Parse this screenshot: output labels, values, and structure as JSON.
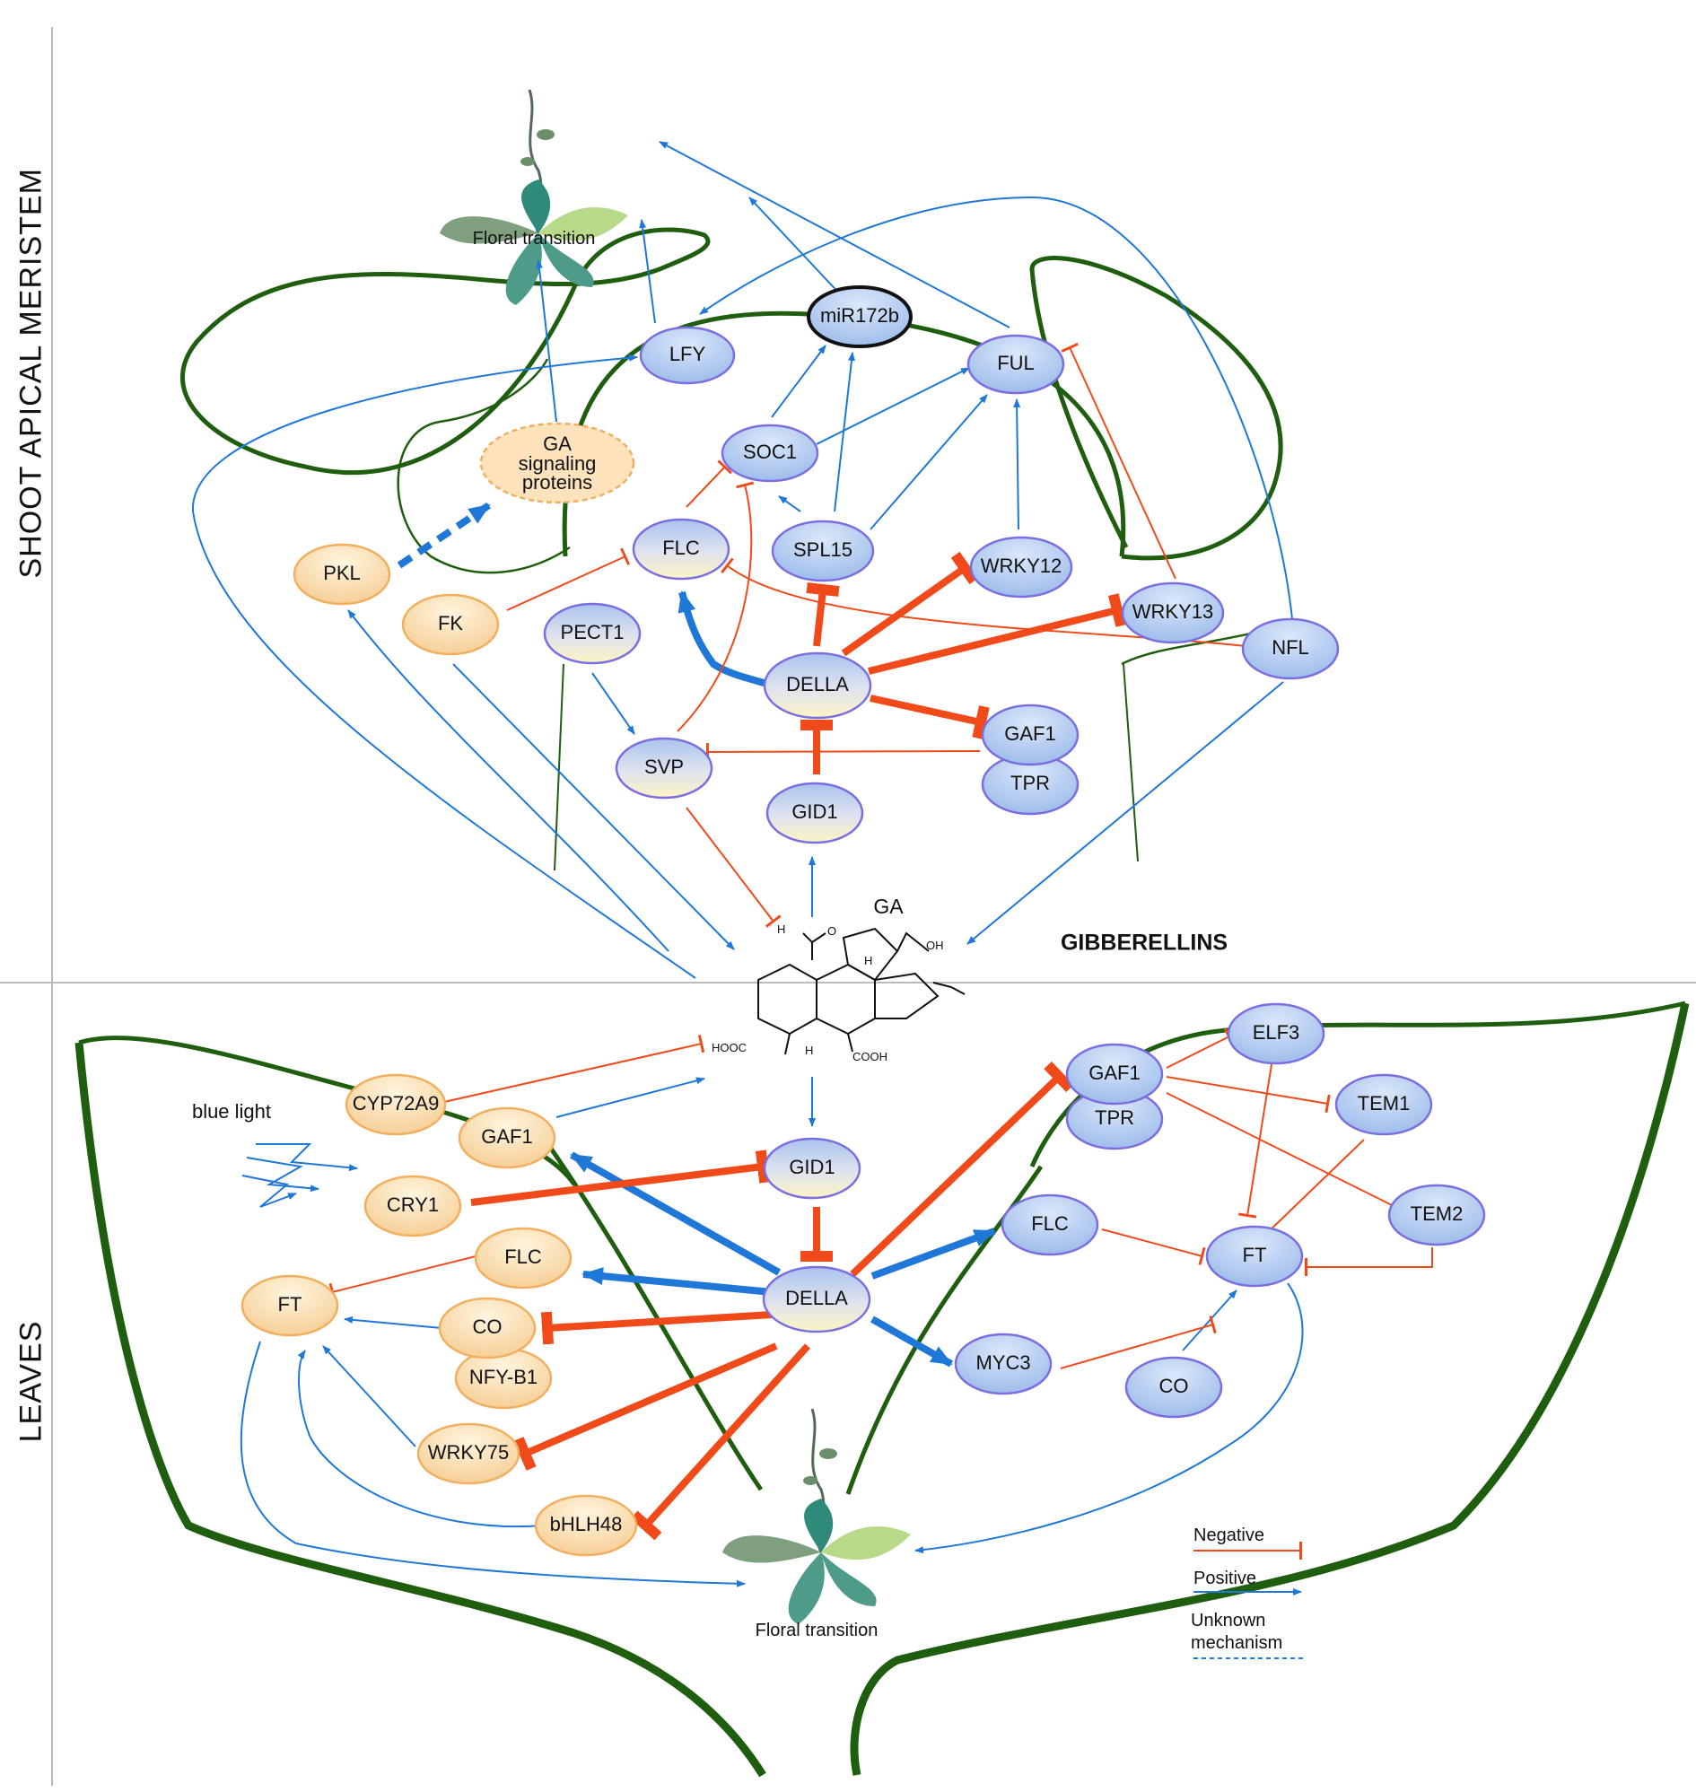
{
  "regions": {
    "top": "SHOOT APICAL MERISTEM",
    "bottom": "LEAVES"
  },
  "ga": {
    "label": "GA",
    "title": "GIBBERELLINS",
    "chem": {
      "o": "O",
      "h1": "H",
      "h2": "H",
      "h3": "H",
      "oh": "OH",
      "hooc": "HOOC",
      "cooh": "COOH"
    }
  },
  "floral": {
    "top": "Floral transition",
    "bottom": "Floral transition"
  },
  "blue_light": "blue light",
  "ga_signaling": [
    "GA",
    "signaling",
    "proteins"
  ],
  "nodes": {
    "top": {
      "mir172b": "miR172b",
      "lfy": "LFY",
      "ful": "FUL",
      "soc1": "SOC1",
      "flc": "FLC",
      "spl15": "SPL15",
      "wrky12": "WRKY12",
      "wrky13": "WRKY13",
      "nfl": "NFL",
      "pkl": "PKL",
      "fk": "FK",
      "pect1": "PECT1",
      "della": "DELLA",
      "gaf1": "GAF1",
      "tpr": "TPR",
      "svp": "SVP",
      "gid1": "GID1"
    },
    "bottom": {
      "cyp72a9": "CYP72A9",
      "gaf1_l": "GAF1",
      "cry1": "CRY1",
      "gid1": "GID1",
      "flc_l": "FLC",
      "ft_l": "FT",
      "co_l": "CO",
      "nfyb1": "NFY-B1",
      "wrky75": "WRKY75",
      "bhlh48": "bHLH48",
      "della": "DELLA",
      "gaf1_r": "GAF1",
      "tpr_r": "TPR",
      "elf3": "ELF3",
      "tem1": "TEM1",
      "tem2": "TEM2",
      "flc_r": "FLC",
      "ft_r": "FT",
      "myc3": "MYC3",
      "co_r": "CO"
    }
  },
  "legend": {
    "negative": "Negative",
    "positive": "Positive",
    "unknown_1": "Unknown",
    "unknown_2": "mechanism"
  },
  "colors": {
    "blue_node": "#a8c4ee",
    "orange_node": "#f8d8a8",
    "node_stroke_blue": "#7b6fe0",
    "node_stroke_orange": "#f0b060",
    "positive": "#1f77d8",
    "negative": "#f04a1a",
    "membrane": "#1e5e0e"
  }
}
